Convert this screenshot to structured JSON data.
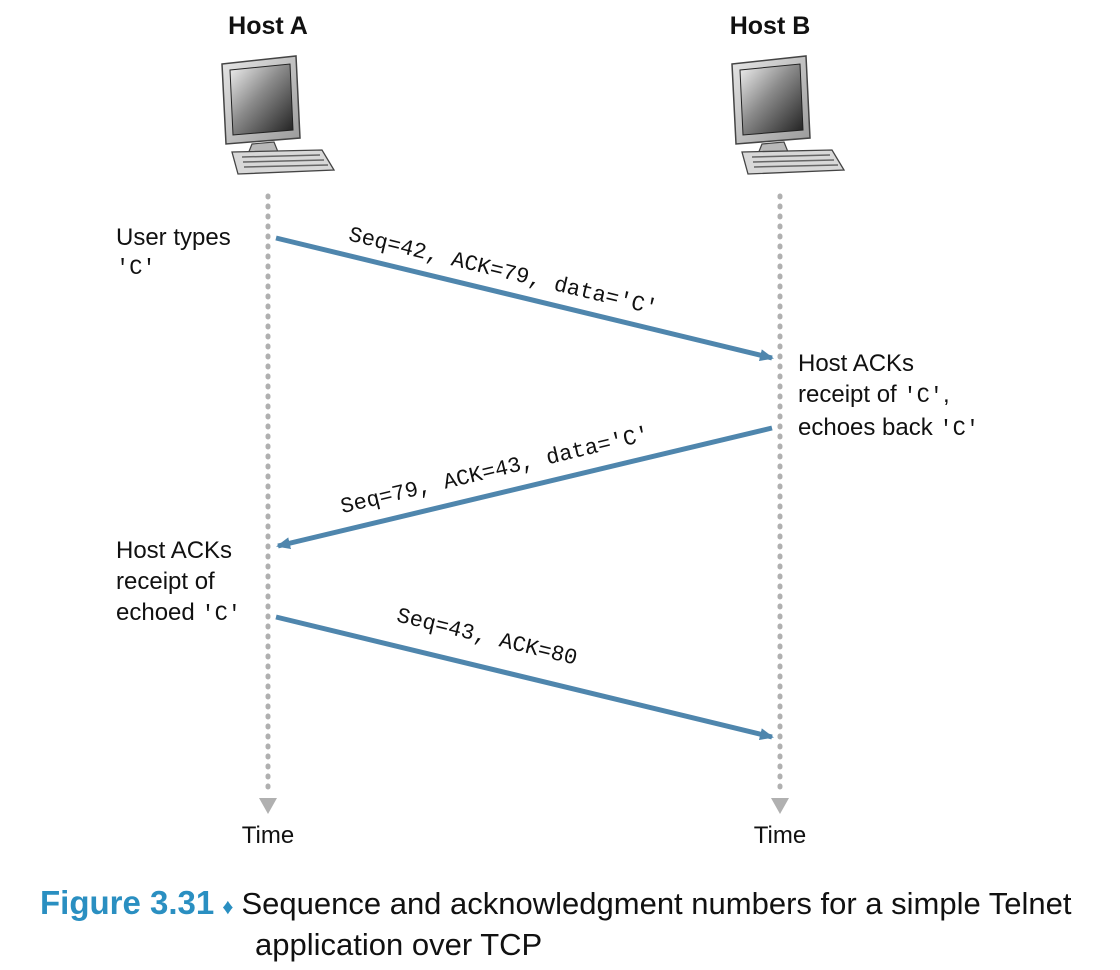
{
  "hosts": {
    "a": {
      "label": "Host A",
      "time": "Time"
    },
    "b": {
      "label": "Host B",
      "time": "Time"
    }
  },
  "notes": {
    "user_types": {
      "line1": "User types",
      "line2": "'C'"
    },
    "host_b_ack": {
      "line1": "Host ACKs",
      "line2_text": "receipt of ",
      "line2_code": "'C'",
      "line2_tail": ",",
      "line3_text": "echoes back ",
      "line3_code": "'C'"
    },
    "host_a_ack": {
      "line1": "Host ACKs",
      "line2": "receipt of",
      "line3_text": "echoed ",
      "line3_code": "'C'"
    }
  },
  "messages": [
    {
      "label": "Seq=42, ACK=79, data='C'"
    },
    {
      "label": "Seq=79, ACK=43, data='C'"
    },
    {
      "label": "Seq=43, ACK=80"
    }
  ],
  "caption": {
    "figure": "Figure 3.31",
    "text_line1": "Sequence and acknowledgment numbers for a simple Telnet",
    "text_line2": "application over TCP"
  },
  "colors": {
    "arrow": "#4f86ad",
    "timeline": "#b0b0b0",
    "figure_accent": "#2a8fc1"
  },
  "icons": {
    "host_a": "computer-icon",
    "host_b": "computer-icon"
  }
}
